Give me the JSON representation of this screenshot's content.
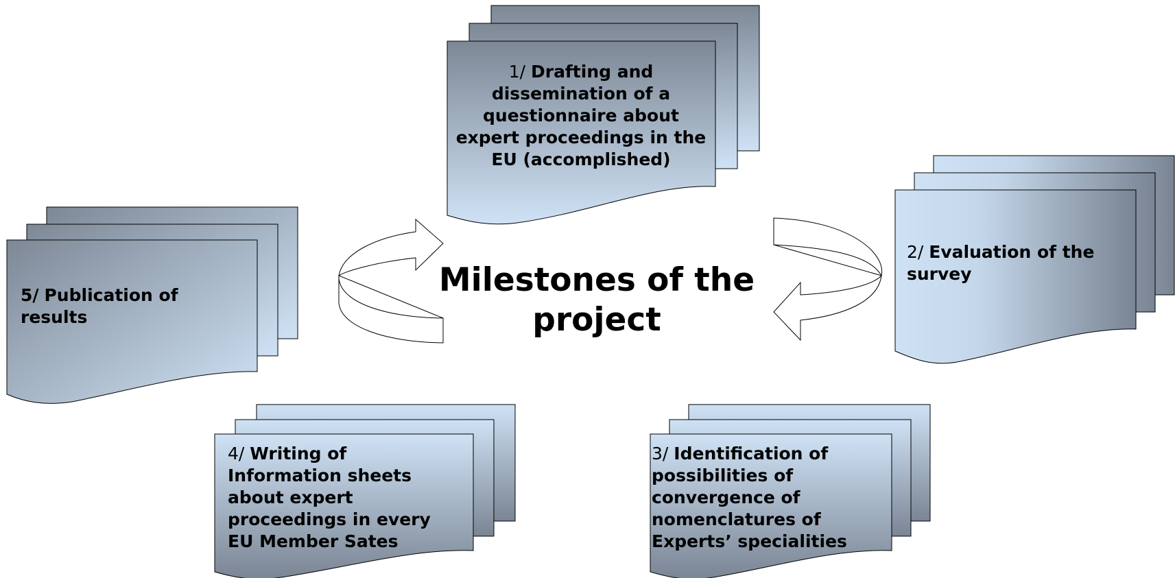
{
  "title": "Milestones of the project",
  "milestones": [
    {
      "number": "1/",
      "text": "Drafting and dissemination of a questionnaire about expert proceedings in the EU (accomplished)"
    },
    {
      "number": "2/",
      "text": "Evaluation of the survey"
    },
    {
      "number": "3/",
      "text": "Identification of possibilities of convergence of nomenclatures of Experts’ specialities"
    },
    {
      "number": "4/",
      "text": "Writing of Information sheets about expert proceedings in every EU Member Sates"
    },
    {
      "number": "5/",
      "text": "Publication of results"
    }
  ],
  "colors": {
    "light_blue": "#cfe2f5",
    "slate": "#7a8594",
    "outline": "#000000"
  }
}
